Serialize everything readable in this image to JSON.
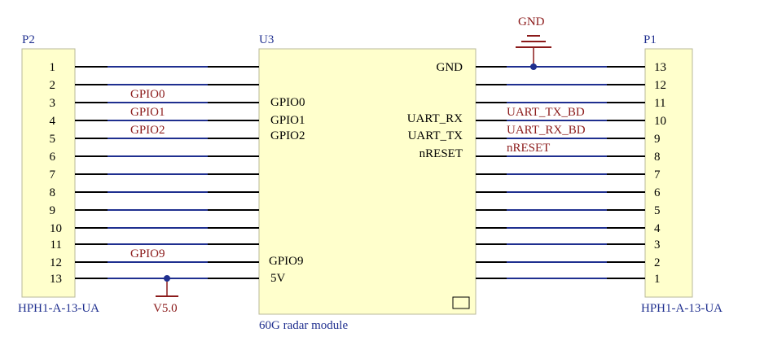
{
  "header_p2": {
    "ref": "P2",
    "part": "HPH1-A-13-UA",
    "pins": [
      "1",
      "2",
      "3",
      "4",
      "5",
      "6",
      "7",
      "8",
      "9",
      "10",
      "11",
      "12",
      "13"
    ]
  },
  "header_p1": {
    "ref": "P1",
    "part": "HPH1-A-13-UA",
    "pins": [
      "13",
      "12",
      "11",
      "10",
      "9",
      "8",
      "7",
      "6",
      "5",
      "4",
      "3",
      "2",
      "1"
    ]
  },
  "module": {
    "ref": "U3",
    "name": "60G radar module",
    "left_pins": [
      "GPIO0",
      "GPIO1",
      "GPIO2",
      "GPIO9",
      "5V"
    ],
    "right_pins": [
      "GND",
      "UART_RX",
      "UART_TX",
      "nRESET"
    ]
  },
  "nets": {
    "gpio0": "GPIO0",
    "gpio1": "GPIO1",
    "gpio2": "GPIO2",
    "gpio9": "GPIO9",
    "uart_tx_bd_1": "UART_TX_BD",
    "uart_rx_bd": "UART_RX_BD",
    "nreset": "nRESET"
  },
  "power": {
    "gnd": "GND",
    "v5": "V5.0"
  },
  "colors": {
    "component_fill": "#ffffcc",
    "wire": "#000000",
    "wire_overlay": "#1f2f8f",
    "net_label": "#8b1a1a",
    "ref_text": "#1f2f8f"
  }
}
